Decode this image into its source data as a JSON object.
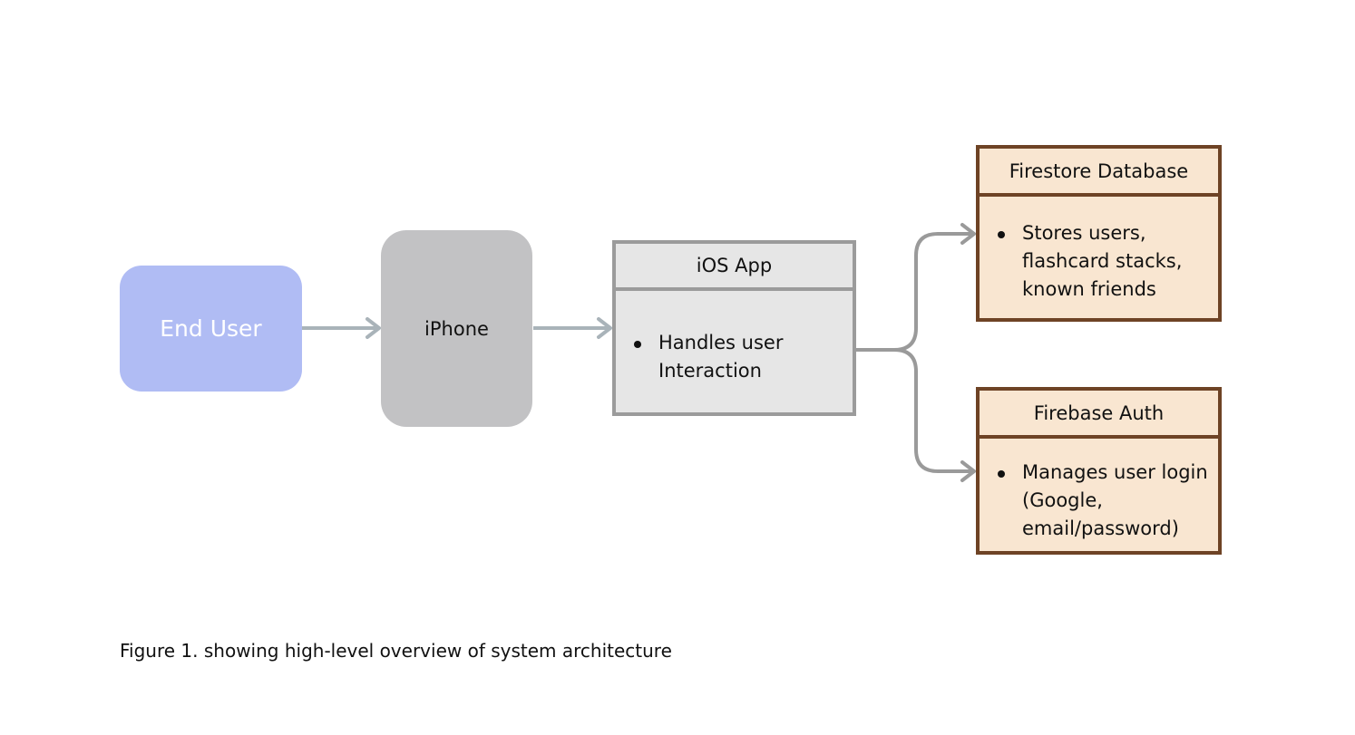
{
  "colors": {
    "end_user_fill": "#b0bcf4",
    "end_user_text": "#ffffff",
    "iphone_fill": "#c2c2c4",
    "ios_app_fill": "#e6e6e6",
    "ios_app_border": "#9b9b9b",
    "firebase_fill": "#f9e6d1",
    "firebase_border": "#6e4325",
    "arrow_light": "#a9b3b9",
    "arrow_dark": "#9a9a9a"
  },
  "nodes": {
    "end_user": {
      "label": "End User"
    },
    "iphone": {
      "label": "iPhone"
    },
    "ios_app": {
      "title": "iOS App",
      "bullets": [
        "Handles user\nInteraction"
      ]
    },
    "firestore": {
      "title": "Firestore Database",
      "bullets": [
        "Stores users,\nflashcard stacks,\nknown friends"
      ]
    },
    "firebase_auth": {
      "title": "Firebase Auth",
      "bullets": [
        "Manages user login\n(Google,\nemail/password)"
      ]
    }
  },
  "edges": [
    {
      "from": "End User",
      "to": "iPhone"
    },
    {
      "from": "iPhone",
      "to": "iOS App"
    },
    {
      "from": "iOS App",
      "to": "Firestore Database"
    },
    {
      "from": "iOS App",
      "to": "Firebase Auth"
    }
  ],
  "caption": "Figure 1. showing high-level overview of system architecture"
}
